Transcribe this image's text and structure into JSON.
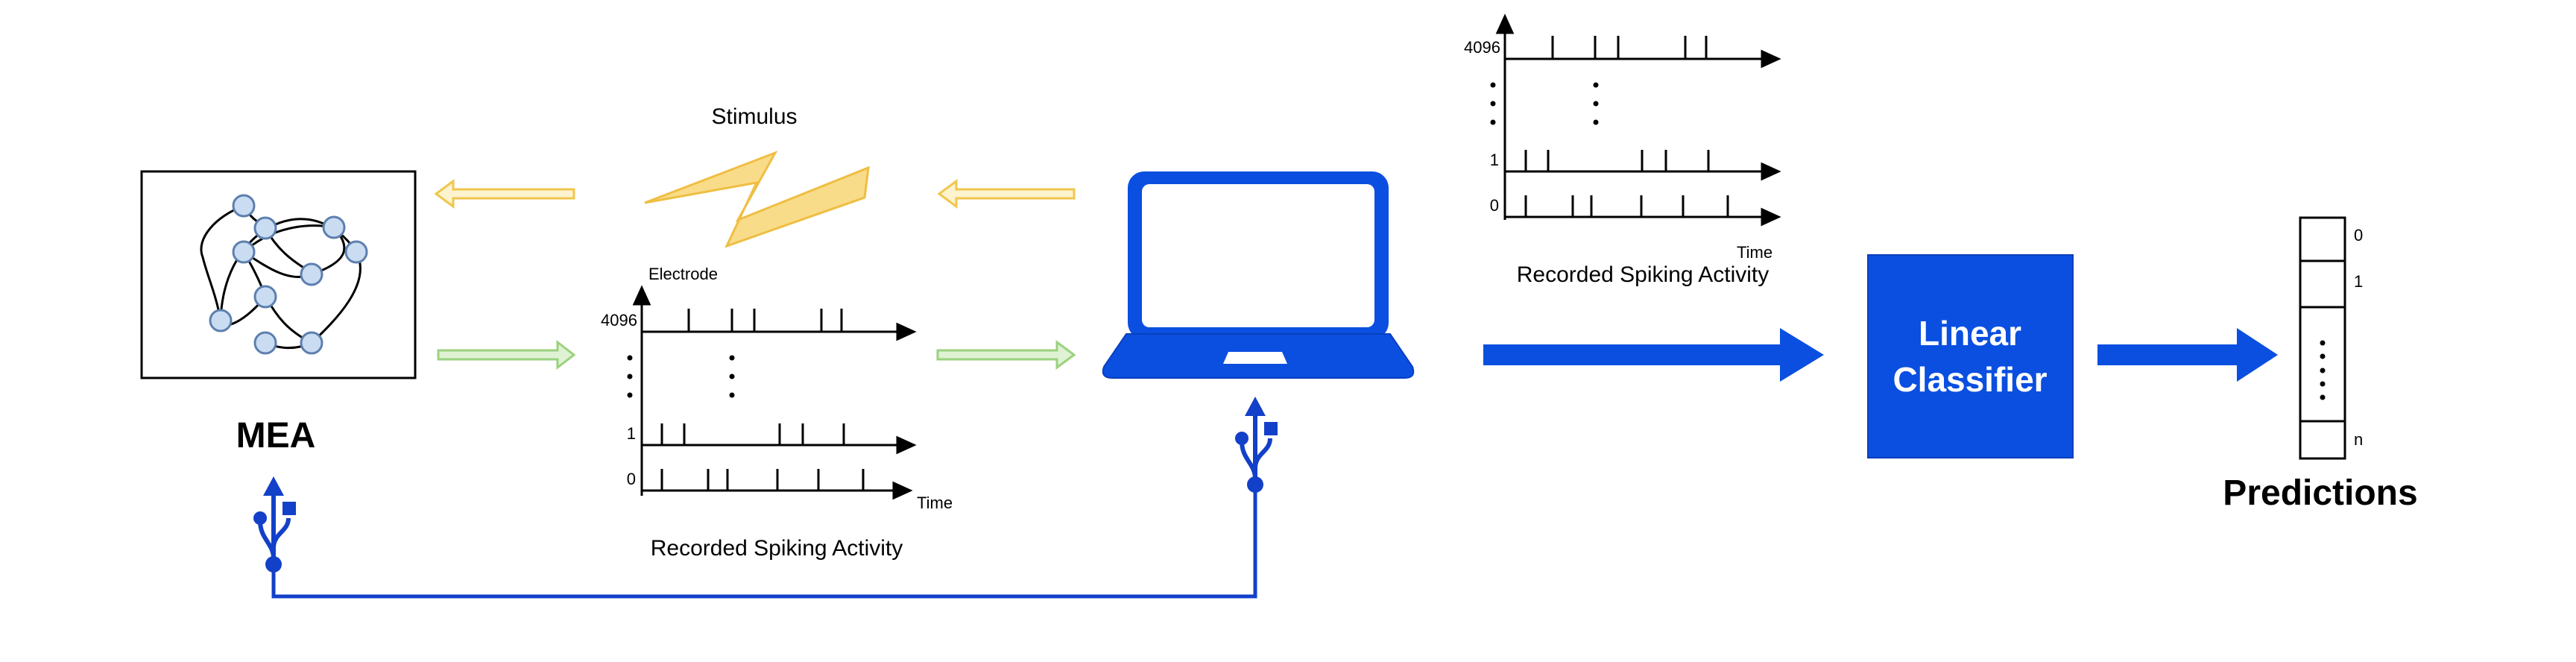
{
  "mea": {
    "label": "MEA"
  },
  "stimulus": {
    "label": "Stimulus"
  },
  "raster_left": {
    "ylabel": "Electrode",
    "xlabel": "Time",
    "ticks": {
      "top": "4096",
      "one": "1",
      "zero": "0"
    },
    "caption": "Recorded Spiking Activity"
  },
  "raster_right": {
    "xlabel": "Time",
    "ticks": {
      "top": "4096",
      "one": "1",
      "zero": "0"
    },
    "caption": "Recorded Spiking Activity"
  },
  "classifier": {
    "line1": "Linear",
    "line2": "Classifier"
  },
  "predictions": {
    "label": "Predictions",
    "indices": {
      "first": "0",
      "second": "1",
      "last": "n"
    }
  },
  "colors": {
    "primary_blue": "#0a4fe0",
    "usb_blue": "#1340c8",
    "stimulus_yellow": "#f7d774",
    "green_arrow": "#b8e3a0",
    "neuron_fill": "#c9dcf2",
    "neuron_stroke": "#5d7fae"
  },
  "icons": [
    "usb-icon",
    "laptop-icon",
    "lightning-bolt-icon",
    "neuron-network-icon"
  ]
}
